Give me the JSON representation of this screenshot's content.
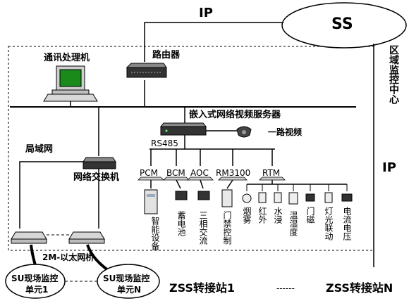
{
  "ip_top": "IP",
  "ss": "SS",
  "region_center": "区域监控中心",
  "ip_right": "IP",
  "comm_processor": "通讯处理机",
  "router": "路由器",
  "video_server": "嵌入式网络视频服务器",
  "one_channel_video": "一路视频",
  "lan": "局域网",
  "rs485": "RS485",
  "net_switch": "网络交换机",
  "modules": [
    "PCM",
    "BCM",
    "AOC",
    "RM3100",
    "RTM"
  ],
  "devices": [
    "智能设备",
    "蓄电池",
    "三相交流",
    "门禁控制",
    "烟雾",
    "红外",
    "水浸",
    "温湿度",
    "门磁",
    "灯光联动",
    "电流电压"
  ],
  "bridge": "2M-以太网桥",
  "su1": "SU现场监控单元1",
  "su1_l1": "SU现场监控",
  "su1_l2": "单元1",
  "suN_l1": "SU现场监控",
  "suN_l2": "单元N",
  "zss1": "ZSS转接站1",
  "zss_dash": "------",
  "zssN": "ZSS转接站N",
  "colors": {
    "line": "#000000",
    "bg": "#ffffff",
    "screen": "#1a8a1a"
  }
}
